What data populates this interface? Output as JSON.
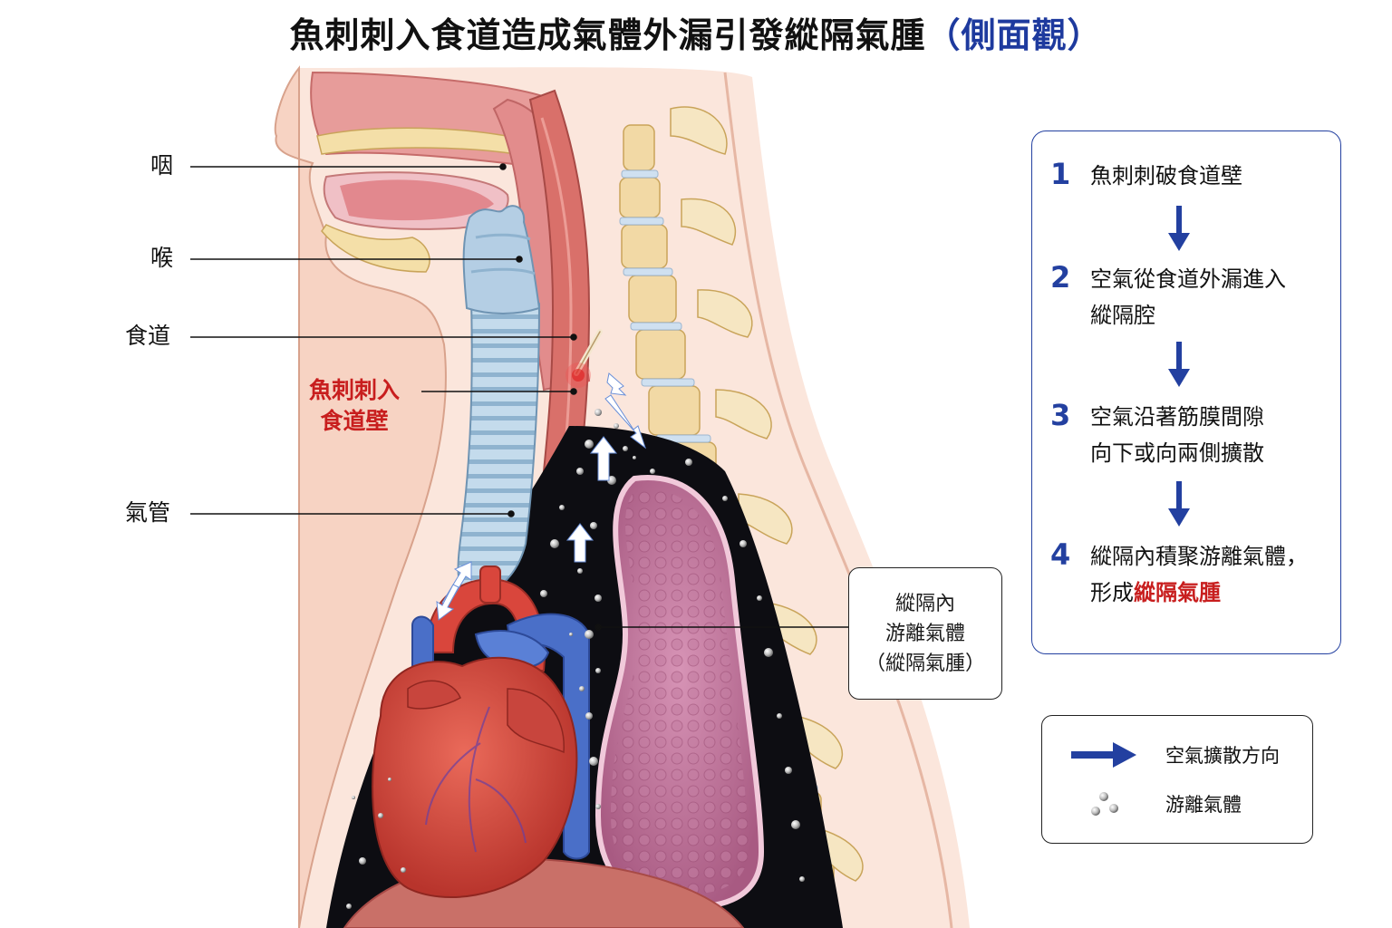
{
  "title": {
    "main": "魚刺刺入食道造成氣體外漏引發縱隔氣腫",
    "accent": "（側面觀）"
  },
  "labels": {
    "pharynx": "咽",
    "larynx": "喉",
    "esophagus": "食道",
    "fishbone_line1": "魚刺刺入",
    "fishbone_line2": "食道壁",
    "trachea": "氣管"
  },
  "callout": {
    "line1": "縱隔內",
    "line2": "游離氣體",
    "line3": "（縱隔氣腫）"
  },
  "steps": [
    {
      "num": "1",
      "line1": "魚刺刺破食道壁",
      "line2": ""
    },
    {
      "num": "2",
      "line1": "空氣從食道外漏進入",
      "line2": "縱隔腔"
    },
    {
      "num": "3",
      "line1": "空氣沿著筋膜間隙",
      "line2": "向下或向兩側擴散"
    },
    {
      "num": "4",
      "line1": "縱隔內積聚游離氣體，",
      "line2_prefix": "形成",
      "line2_highlight": "縱隔氣腫"
    }
  ],
  "legend": {
    "arrow_label": "空氣擴散方向",
    "bubbles_label": "游離氣體"
  },
  "colors": {
    "accent_blue": "#1e3a9e",
    "step_blue": "#2340a0",
    "alert_red": "#c81e1e",
    "air_space": "#0d0d12",
    "lung": "#c9799f",
    "heart": "#d9463c",
    "vein": "#4a6fc8",
    "trachea": "#b9d2e6",
    "spine": "#f2d9a5",
    "skin": "#f7d3c3",
    "esophagus": "#d9706a"
  }
}
